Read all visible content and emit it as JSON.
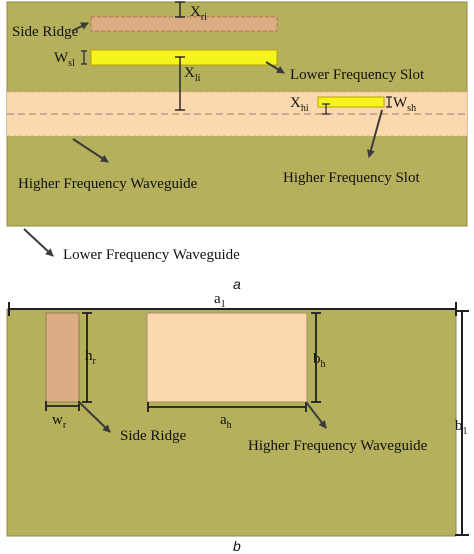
{
  "colors": {
    "background": "#b5b05c",
    "waveguide_fill": "#fbd8ad",
    "ridge_fill": "#dcad84",
    "slot_fill": "#f7f31c",
    "slot_stroke": "#b8a600",
    "line": "#1a1a1a",
    "dashed": "#9a7d6a",
    "dim_line": "#202020"
  },
  "panel_a": {
    "side_ridge_label": "Side Ridge",
    "x_ri": {
      "main": "X",
      "sub": "ri"
    },
    "w_sl": {
      "main": "W",
      "sub": "sl"
    },
    "x_li": {
      "main": "X",
      "sub": "li"
    },
    "lower_frequency_slot_label": "Lower Frequency Slot",
    "x_hi": {
      "main": "X",
      "sub": "hi"
    },
    "w_sh": {
      "main": "W",
      "sub": "sh"
    },
    "higher_frequency_waveguide_label": "Higher Frequency Waveguide",
    "higher_frequency_slot_label": "Higher Frequency Slot",
    "lower_frequency_waveguide_label": "Lower Frequency Waveguide",
    "caption": "a"
  },
  "panel_b": {
    "a1": {
      "main": "a",
      "sub": "1"
    },
    "b1": {
      "main": "b",
      "sub": "1"
    },
    "hr": {
      "main": "h",
      "sub": "r"
    },
    "wr": {
      "main": "w",
      "sub": "r"
    },
    "bh": {
      "main": "b",
      "sub": "h"
    },
    "ah": {
      "main": "a",
      "sub": "h"
    },
    "side_ridge_label": "Side Ridge",
    "higher_frequency_waveguide_label": "Higher Frequency Waveguide",
    "caption": "b"
  }
}
